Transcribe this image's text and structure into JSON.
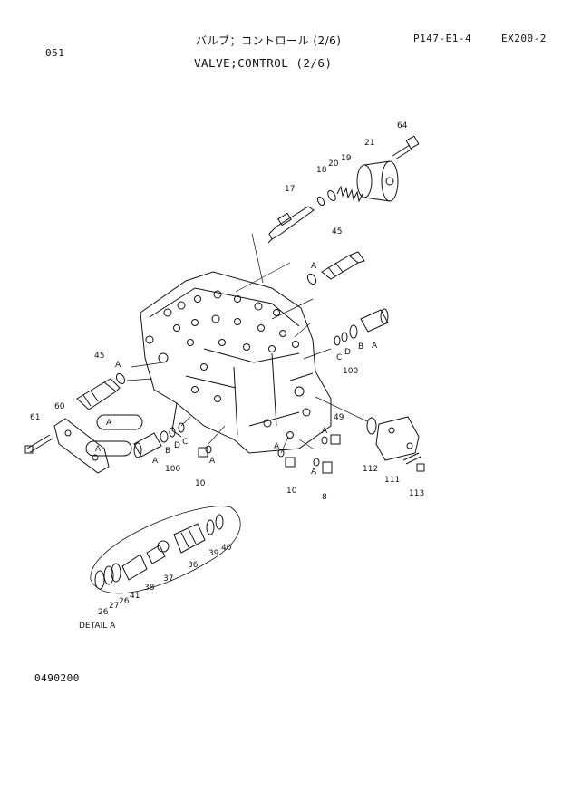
{
  "header": {
    "page_code": "051",
    "title_jp": "バルブ；コントロール (2/6)",
    "title_en": "VALVE;CONTROL (2/6)",
    "doc_ref": "P147-E1-4",
    "model": "EX200-2"
  },
  "footer": {
    "drawing_no": "0490200"
  },
  "detail_caption": "DETAIL A",
  "callouts": {
    "c8": "8",
    "c10a": "10",
    "c10b": "10",
    "c17": "17",
    "c18": "18",
    "c19": "19",
    "c20": "20",
    "c21": "21",
    "c26a": "26",
    "c26b": "26",
    "c27": "27",
    "c36": "36",
    "c37": "37",
    "c38": "38",
    "c39": "39",
    "c40": "40",
    "c41": "41",
    "c45a": "45",
    "c45b": "45",
    "c49": "49",
    "c60": "60",
    "c61": "61",
    "c64": "64",
    "c100a": "100",
    "c100b": "100",
    "c111": "111",
    "c112": "112",
    "c113": "113"
  },
  "letters": {
    "A": "A",
    "B": "B",
    "C": "C",
    "D": "D"
  }
}
